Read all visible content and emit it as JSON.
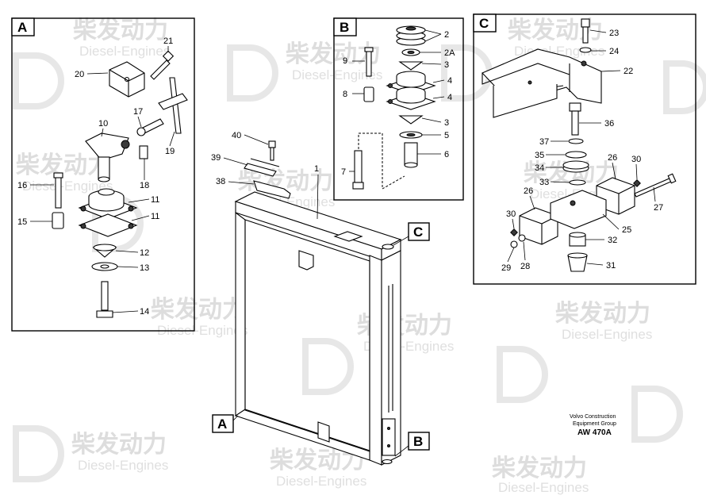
{
  "watermark": {
    "cn": "柴发动力",
    "en": "Diesel-Engines"
  },
  "views": {
    "A": {
      "letter": "A"
    },
    "B": {
      "letter": "B"
    },
    "C": {
      "letter": "C"
    },
    "main": {
      "label_A": "A",
      "label_B": "B",
      "label_C": "C"
    }
  },
  "callouts": {
    "A": [
      "21",
      "20",
      "17",
      "10",
      "19",
      "18",
      "16",
      "11",
      "11",
      "15",
      "12",
      "13",
      "14"
    ],
    "B": [
      "2",
      "2A",
      "9",
      "3",
      "4",
      "4",
      "8",
      "3",
      "5",
      "7",
      "6"
    ],
    "C": [
      "23",
      "24",
      "22",
      "36",
      "37",
      "35",
      "34",
      "33",
      "26",
      "30",
      "27",
      "26",
      "30",
      "25",
      "32",
      "29",
      "28",
      "31"
    ],
    "main": [
      "40",
      "1",
      "39",
      "38"
    ]
  },
  "footer": {
    "line1": "Volvo Construction",
    "line2": "Equipment Group",
    "code": "AW 470A"
  }
}
